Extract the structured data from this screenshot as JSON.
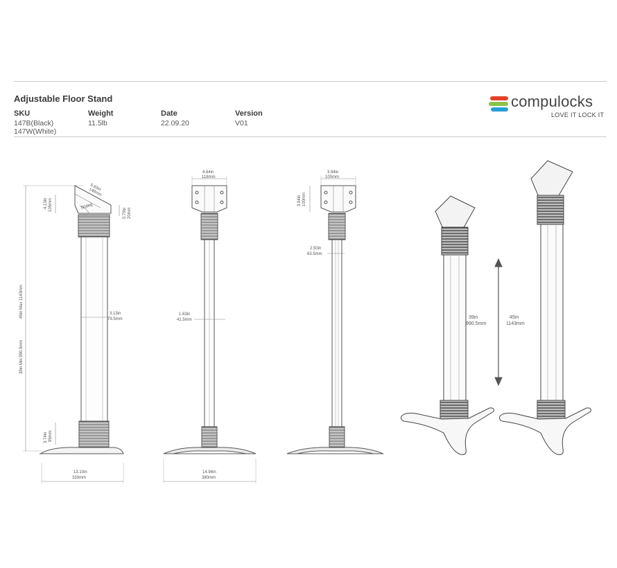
{
  "header": {
    "title": "Adjustable Floor Stand",
    "specs": [
      {
        "label": "SKU",
        "values": [
          "147B(Black)",
          "147W(White)"
        ]
      },
      {
        "label": "Weight",
        "values": [
          "11.5lb"
        ]
      },
      {
        "label": "Date",
        "values": [
          "22.09.20"
        ]
      },
      {
        "label": "Version",
        "values": [
          "V01"
        ]
      }
    ]
  },
  "logo": {
    "wordmark": "compulocks",
    "tagline": "LOVE IT LOCK IT",
    "colors": [
      "#e8412b",
      "#8bc34a",
      "#2a9fd6"
    ]
  },
  "views": {
    "side": {
      "head_len": {
        "in": "5.83in",
        "mm": "148mm"
      },
      "head_angle": "50deg",
      "head_height": {
        "in": "4.13in",
        "mm": "105mm"
      },
      "neck": {
        "in": "0.79in",
        "mm": "20mm"
      },
      "column": {
        "in": "3.13in",
        "mm": "79.5mm"
      },
      "max_height": "45in  Max 1143mm",
      "min_height": "39in  Min 990.5mm",
      "base_height": {
        "in": "3.74in",
        "mm": "95mm"
      },
      "base_depth": {
        "in": "13.10in",
        "mm": "333mm"
      }
    },
    "front": {
      "head_width": {
        "in": "4.64in",
        "mm": "118mm"
      },
      "column": {
        "in": "1.63in",
        "mm": "41.5mm"
      },
      "base_width": {
        "in": "14.94in",
        "mm": "380mm"
      }
    },
    "back": {
      "plate_width": {
        "in": "3.94in",
        "mm": "100mm"
      },
      "plate_height": {
        "in": "3.94in",
        "mm": "100mm"
      },
      "column": {
        "in": "2.50in",
        "mm": "63.5mm"
      }
    },
    "iso": {
      "min": {
        "in": "39in",
        "mm": "990.5mm"
      },
      "max": {
        "in": "45in",
        "mm": "1143mm"
      }
    }
  }
}
